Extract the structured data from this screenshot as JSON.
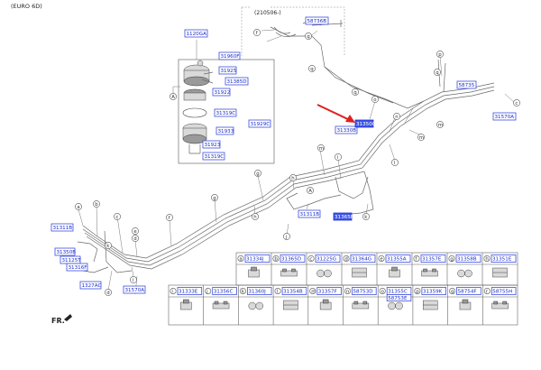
{
  "header": {
    "variant": "(EURO 6D)",
    "date_note": "(210506-)"
  },
  "footer": {
    "front_label": "FR."
  },
  "part_numbers": {
    "p1120GA": "1120GA",
    "p31960F": "31960F",
    "p31925": "31925",
    "p31385D": "31385D",
    "p31922": "31922",
    "p31319C_a": "31319C",
    "p31929C": "31929C",
    "p31933": "31933",
    "p31923": "31923",
    "p31319C_b": "31319C",
    "p58736B": "58736B",
    "p58735": "58735",
    "p31570A_r": "31570A",
    "p31330B": "31330B",
    "p31350C": "31350C",
    "p31311B_m": "31311B",
    "p31365B": "31365B",
    "p31311B_l": "31311B",
    "p31350B": "31350B",
    "p31125T": "31125T",
    "p31316F": "31316F",
    "p1327AC": "1327AC",
    "p31570A_b": "31570A"
  },
  "callouts": {
    "a": "a",
    "b": "b",
    "c": "c",
    "d": "d",
    "e": "e",
    "f": "f",
    "g": "g",
    "h": "h",
    "i": "i",
    "j": "j",
    "k": "k",
    "l": "l",
    "m": "m",
    "n": "n",
    "o": "o",
    "p": "p",
    "q": "q",
    "A": "A"
  },
  "legend": {
    "row1": [
      {
        "letter": "a",
        "part": "31334J"
      },
      {
        "letter": "b",
        "part": "31365D"
      },
      {
        "letter": "c",
        "part": "31225G"
      },
      {
        "letter": "d",
        "part": "31364G"
      },
      {
        "letter": "e",
        "part": "31355A"
      },
      {
        "letter": "f",
        "part": "31357E"
      },
      {
        "letter": "g",
        "part": "31358B"
      },
      {
        "letter": "h",
        "part": "31351E"
      }
    ],
    "row2": [
      {
        "letter": "i",
        "part": "31333E"
      },
      {
        "letter": "j",
        "part": "31356C"
      },
      {
        "letter": "k",
        "part": "31360J"
      },
      {
        "letter": "l",
        "part": "31354B"
      },
      {
        "letter": "m",
        "part": "31357F"
      },
      {
        "letter": "n",
        "part": "58753D"
      },
      {
        "letter": "o",
        "part": "31355C",
        "part2": "58753E"
      },
      {
        "letter": "p",
        "part": "31359K"
      },
      {
        "letter": "q",
        "part": "58754F"
      },
      {
        "letter": "r",
        "part": "58755H"
      }
    ]
  },
  "colors": {
    "part_label": "#1b2cc8",
    "highlight": "#3e55e8",
    "arrow": "#e02020"
  }
}
